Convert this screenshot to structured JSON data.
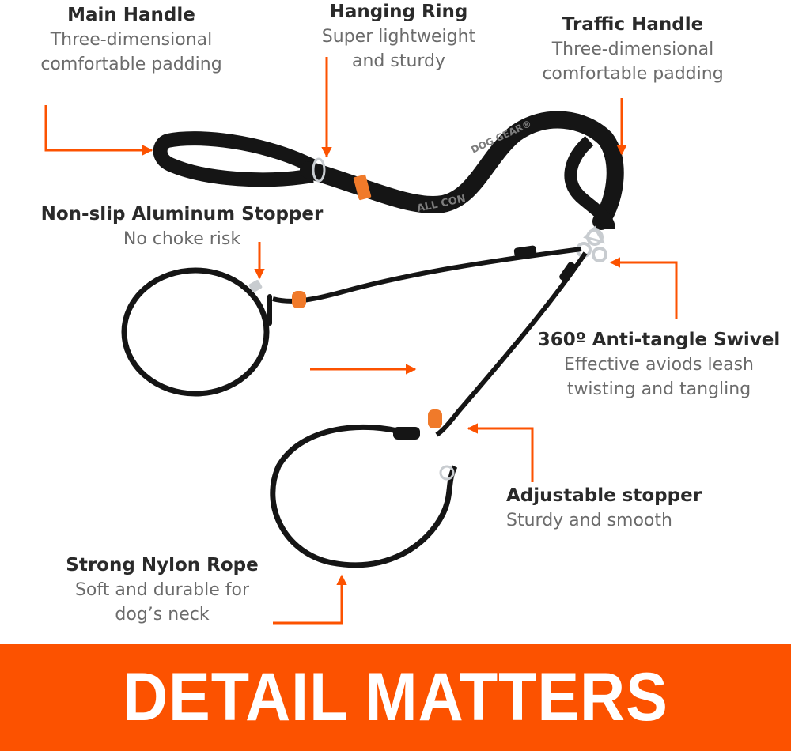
{
  "colors": {
    "accent": "#fc5200",
    "title_text": "#2a2a2a",
    "subtitle_text": "#6b6b6b",
    "leash": "#151515",
    "stopper": "#f07a2a",
    "metal": "#c8ccd0"
  },
  "callouts": [
    {
      "id": "main-handle",
      "title": "Main Handle",
      "lines": [
        "Three-dimensional",
        "comfortable padding"
      ]
    },
    {
      "id": "hanging-ring",
      "title": "Hanging Ring",
      "lines": [
        "Super lightweight",
        "and sturdy"
      ]
    },
    {
      "id": "traffic-handle",
      "title": "Traffic Handle",
      "lines": [
        "Three-dimensional",
        "comfortable padding"
      ]
    },
    {
      "id": "aluminum-stopper",
      "title": "Non-slip Aluminum Stopper",
      "lines": [
        "No choke risk"
      ]
    },
    {
      "id": "swivel",
      "title": "360º Anti-tangle Swivel",
      "lines": [
        "Effective aviods leash",
        "twisting and tangling"
      ]
    },
    {
      "id": "adjustable-stopper",
      "title": "Adjustable stopper",
      "lines": [
        "Sturdy and smooth"
      ]
    },
    {
      "id": "nylon-rope",
      "title": "Strong Nylon Rope",
      "lines": [
        "Soft and durable for",
        "dog’s neck"
      ]
    }
  ],
  "leash_print": [
    "DOG GEAR®",
    "ALL CON"
  ],
  "banner": {
    "text": "DETAIL MATTERS"
  }
}
